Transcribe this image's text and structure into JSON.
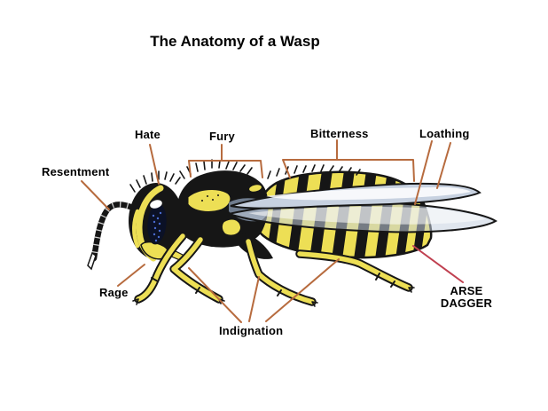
{
  "title": "The Anatomy of a Wasp",
  "labels": {
    "resentment": "Resentment",
    "hate": "Hate",
    "fury": "Fury",
    "bitterness": "Bitterness",
    "loathing": "Loathing",
    "rage": "Rage",
    "indignation": "Indignation",
    "arse": "ARSE",
    "dagger": "DAGGER"
  },
  "colors": {
    "leader_line": "#b76b3e",
    "sting_line": "#c04050",
    "wasp_yellow": "#eddf55",
    "wasp_black": "#161616",
    "wing_fill": "#c7d1e0",
    "wing_shade": "#8fa0b8",
    "eye_speckle": "#4a6bd0",
    "background": "#ffffff",
    "text": "#000000"
  }
}
